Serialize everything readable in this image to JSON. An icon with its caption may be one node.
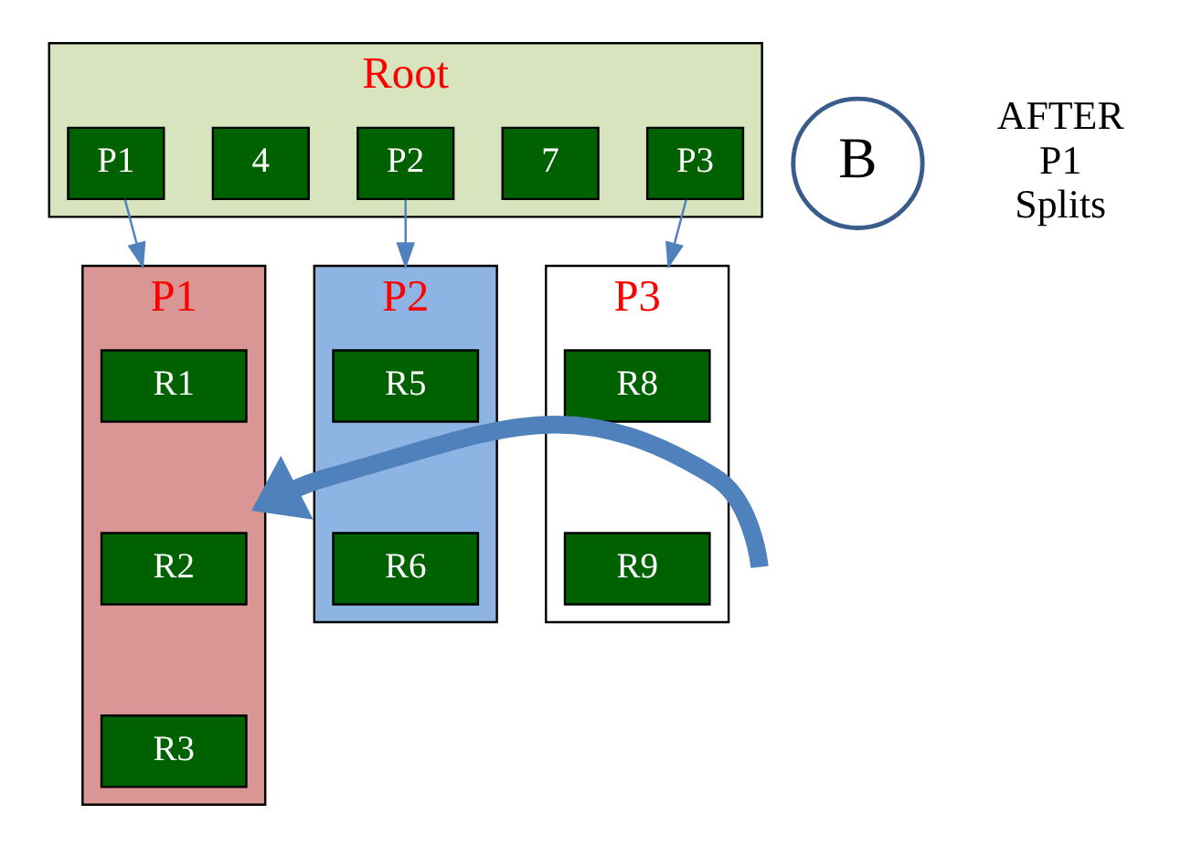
{
  "diagram": {
    "nodes": [
      {
        "text": [
          "Root"
        ]
      },
      {
        "text": [
          "P1"
        ],
        "in": 0
      },
      {
        "text": [
          "4"
        ],
        "in": 0
      },
      {
        "text": [
          "P2"
        ],
        "in": 0
      },
      {
        "text": [
          "7"
        ],
        "in": 0
      },
      {
        "text": [
          "P3"
        ],
        "in": 0
      },
      {
        "text": [
          "B"
        ]
      },
      {
        "text": [
          "P1"
        ]
      },
      {
        "text": [
          "R1"
        ],
        "in": 7
      },
      {
        "text": [
          "R2"
        ],
        "in": 7
      },
      {
        "text": [
          "R3"
        ],
        "in": 7
      },
      {
        "text": [
          "P2"
        ]
      },
      {
        "text": [
          "R5"
        ],
        "in": 11
      },
      {
        "text": [
          "R6"
        ],
        "in": 11
      },
      {
        "text": [
          "P3"
        ]
      },
      {
        "text": [
          "R8"
        ],
        "in": 14
      },
      {
        "text": [
          "R9"
        ],
        "in": 14
      }
    ],
    "edges": [
      {
        "from": 1,
        "to": 7,
        "arrow": "to"
      },
      {
        "from": 3,
        "to": 11,
        "arrow": "to"
      },
      {
        "from": 5,
        "to": 14,
        "arrow": "to"
      },
      {
        "from": null,
        "to": 7,
        "arrow": "to",
        "style": "thick"
      }
    ],
    "labels": [
      "AFTER P1 Splits"
    ]
  }
}
